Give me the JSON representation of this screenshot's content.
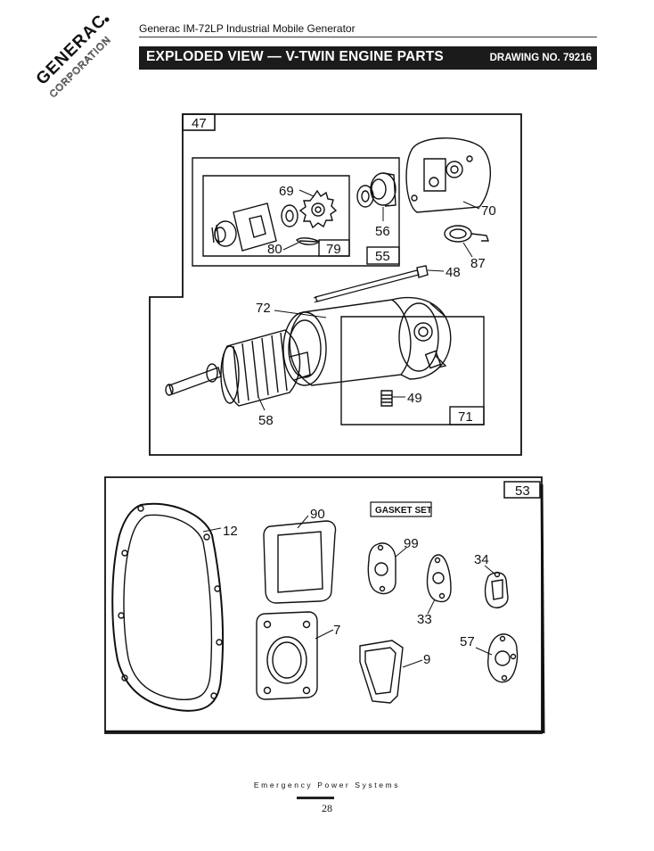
{
  "header": {
    "logo_text": "GENERAC",
    "logo_subtext": "CORPORATION",
    "doc_title": "Generac IM-72LP Industrial Mobile Generator",
    "banner_title": "EXPLODED VIEW — V-TWIN ENGINE PARTS",
    "drawing_number": "DRAWING NO. 79216"
  },
  "starter_assembly": {
    "box_label": "47",
    "sub_box_55": "55",
    "sub_box_79": "79",
    "sub_box_71": "71",
    "callouts": {
      "c69": "69",
      "c70": "70",
      "c56": "56",
      "c87": "87",
      "c80": "80",
      "c48": "48",
      "c72": "72",
      "c49": "49",
      "c58": "58"
    }
  },
  "gasket_set": {
    "box_label": "53",
    "title": "GASKET SET",
    "callouts": {
      "c12": "12",
      "c90": "90",
      "c99": "99",
      "c34": "34",
      "c33": "33",
      "c7": "7",
      "c57": "57",
      "c9": "9"
    }
  },
  "footer": {
    "company_line": "Emergency Power Systems",
    "page_number": "28"
  }
}
